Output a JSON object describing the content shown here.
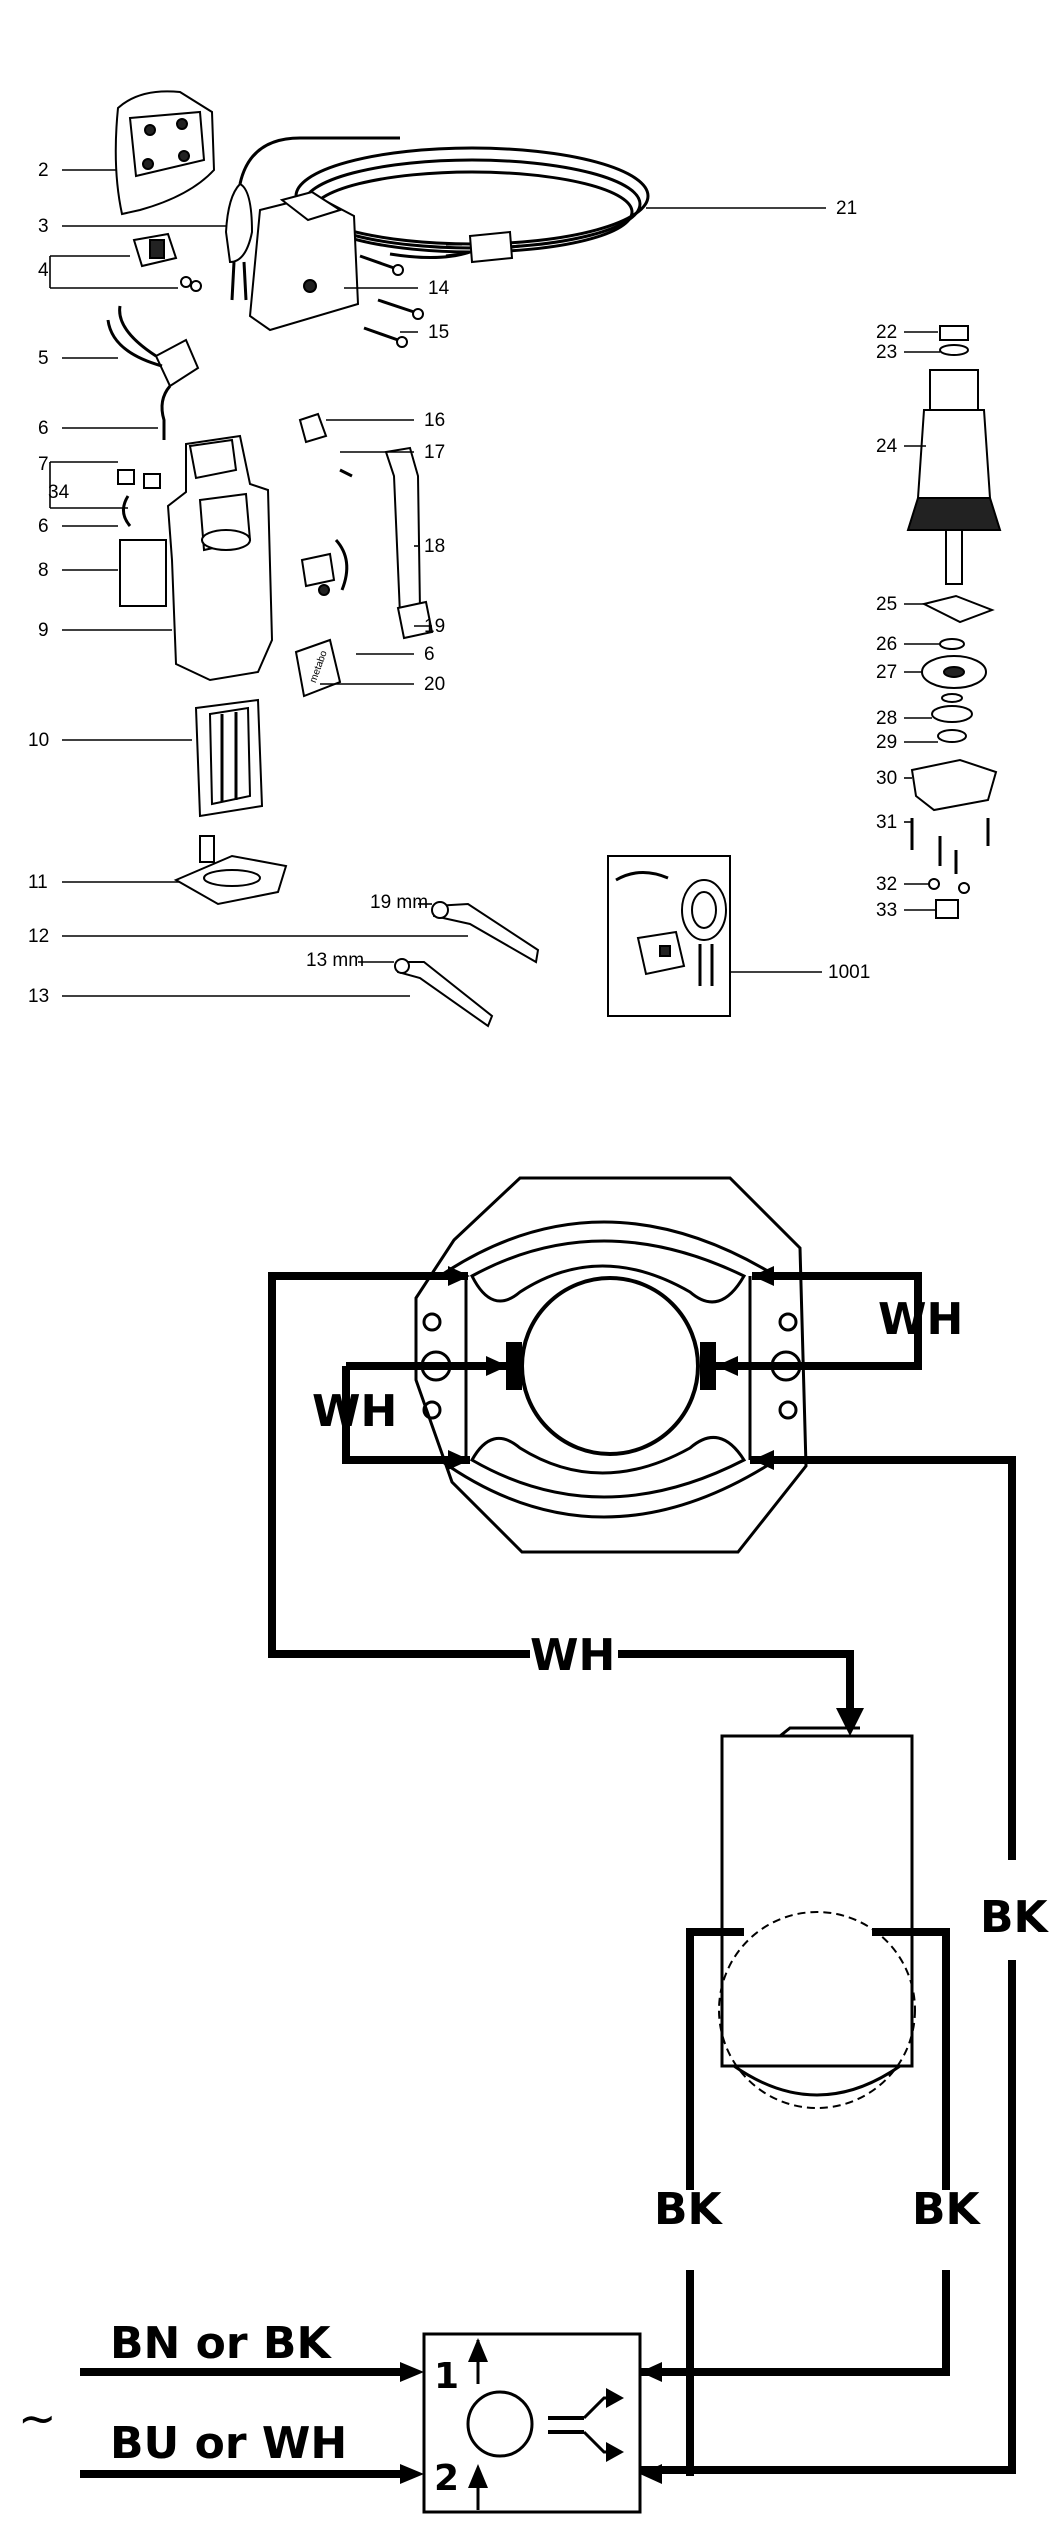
{
  "exploded_view": {
    "callouts_left": [
      "2",
      "3",
      "4",
      "5",
      "6",
      "7",
      "34",
      "6",
      "8",
      "9",
      "10",
      "11",
      "12",
      "13"
    ],
    "callouts_mid": [
      "14",
      "15",
      "16",
      "17",
      "18",
      "19",
      "6",
      "20",
      "21"
    ],
    "callouts_right": [
      "22",
      "23",
      "24",
      "25",
      "26",
      "27",
      "28",
      "29",
      "30",
      "31",
      "32",
      "33",
      "1001"
    ],
    "wrench_sizes": [
      "19 mm",
      "13 mm"
    ],
    "brand_label": "metabo"
  },
  "wiring_diagram": {
    "wire_labels": {
      "field_right": "WH",
      "field_left": "WH",
      "field_to_brush": "WH",
      "brush_right": "BK",
      "brush_lower_left": "BK",
      "brush_lower_right": "BK",
      "supply_1": "BN or BK",
      "supply_2": "BU or WH"
    },
    "switch_terminals": [
      "1",
      "2"
    ],
    "ac_symbol": "~"
  }
}
